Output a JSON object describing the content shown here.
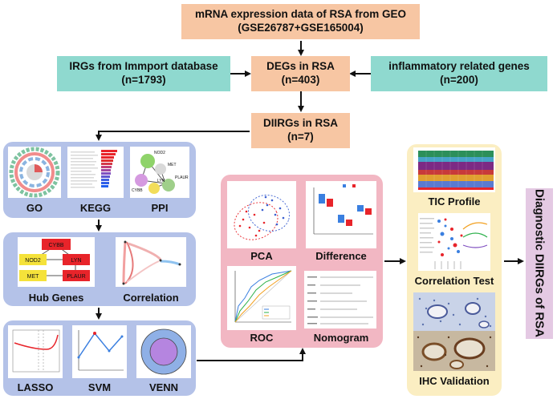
{
  "top": {
    "line1": "mRNA expression data of RSA from GEO",
    "line2": "(GSE26787+GSE165004)"
  },
  "irgs": {
    "line1": "IRGs from Immport database",
    "line2": "(n=1793)"
  },
  "degs": {
    "line1": "DEGs in RSA",
    "line2": "(n=403)"
  },
  "inflam": {
    "line1": "inflammatory related genes",
    "line2": "(n=200)"
  },
  "diirgs": {
    "line1": "DIIRGs in RSA",
    "line2": "(n=7)"
  },
  "panel1": {
    "labels": [
      "GO",
      "KEGG",
      "PPI"
    ]
  },
  "ppi_nodes": [
    "NOD2",
    "MET",
    "CYBB",
    "LYN",
    "PLAUR"
  ],
  "panel2": {
    "labels": [
      "Hub Genes",
      "Correlation"
    ]
  },
  "hub_genes": [
    "CYBB",
    "NOD2",
    "LYN",
    "MET",
    "PLAUR"
  ],
  "panel3": {
    "labels": [
      "LASSO",
      "SVM",
      "VENN"
    ]
  },
  "pink": {
    "labels": [
      "PCA",
      "Difference",
      "ROC",
      "Nomogram"
    ]
  },
  "cream": {
    "labels": [
      "TIC Profile",
      "Correlation Test",
      "IHC Validation"
    ]
  },
  "final": {
    "text": "Diagnostic DIIRGs of RSA"
  },
  "colors": {
    "peach": "#f7c6a3",
    "teal": "#8fd9cf",
    "blue_panel": "#b4c2e8",
    "pink_panel": "#f2b7c3",
    "cream_panel": "#fbeec2",
    "lavender": "#e4c9e3",
    "hub_red": "#e8242a",
    "hub_yellow": "#f5e23a"
  }
}
